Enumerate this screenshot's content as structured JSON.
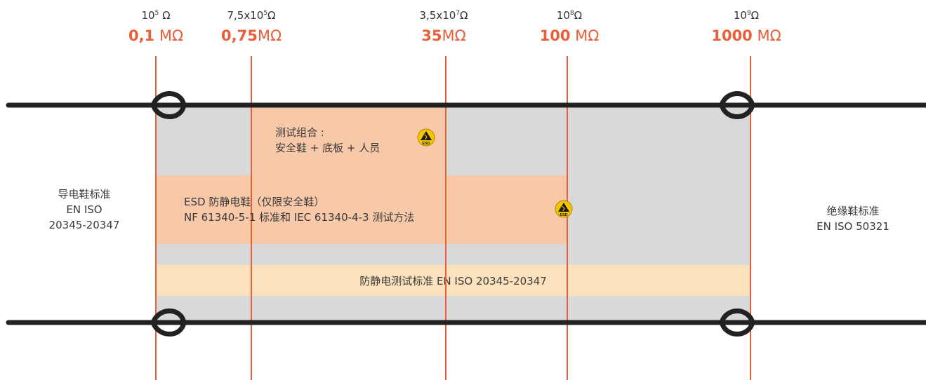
{
  "markers": [
    {
      "base": "10",
      "exp": "5",
      "suffix": " Ω",
      "value": "0,1",
      "unit": " MΩ"
    },
    {
      "base": "7,5x10",
      "exp": "5",
      "suffix": "Ω",
      "value": "0,75",
      "unit": "MΩ"
    },
    {
      "base": "3,5x10",
      "exp": "7",
      "suffix": "Ω",
      "value": "35",
      "unit": "MΩ"
    },
    {
      "base": "10",
      "exp": "8",
      "suffix": "Ω",
      "value": "100",
      "unit": " MΩ"
    },
    {
      "base": "10",
      "exp": "9",
      "suffix": "Ω",
      "value": "1000",
      "unit": " MΩ"
    }
  ],
  "combo": {
    "line1": "测试组合 :",
    "line2": "安全鞋 + 底板 + 人员"
  },
  "esd": {
    "line1": "ESD 防静电鞋（仅限安全鞋）",
    "line2": "NF 61340-5-1 标准和 IEC 61340-4-3 测试方法"
  },
  "band": {
    "label": "防静电测试标准 EN ISO 20345-20347"
  },
  "left": {
    "line1": "导电鞋标准",
    "line2": "EN ISO",
    "line3": "20345-20347"
  },
  "right": {
    "line1": "绝缘鞋标准",
    "line2": "EN ISO 50321"
  },
  "badge": {
    "text": "ESD"
  },
  "colors": {
    "accent": "#e8603a",
    "gray_zone": "#d9d9d9",
    "peach": "#f8c9a9",
    "band": "#fbe2bd",
    "wire": "#222222",
    "badge": "#f5c400"
  }
}
